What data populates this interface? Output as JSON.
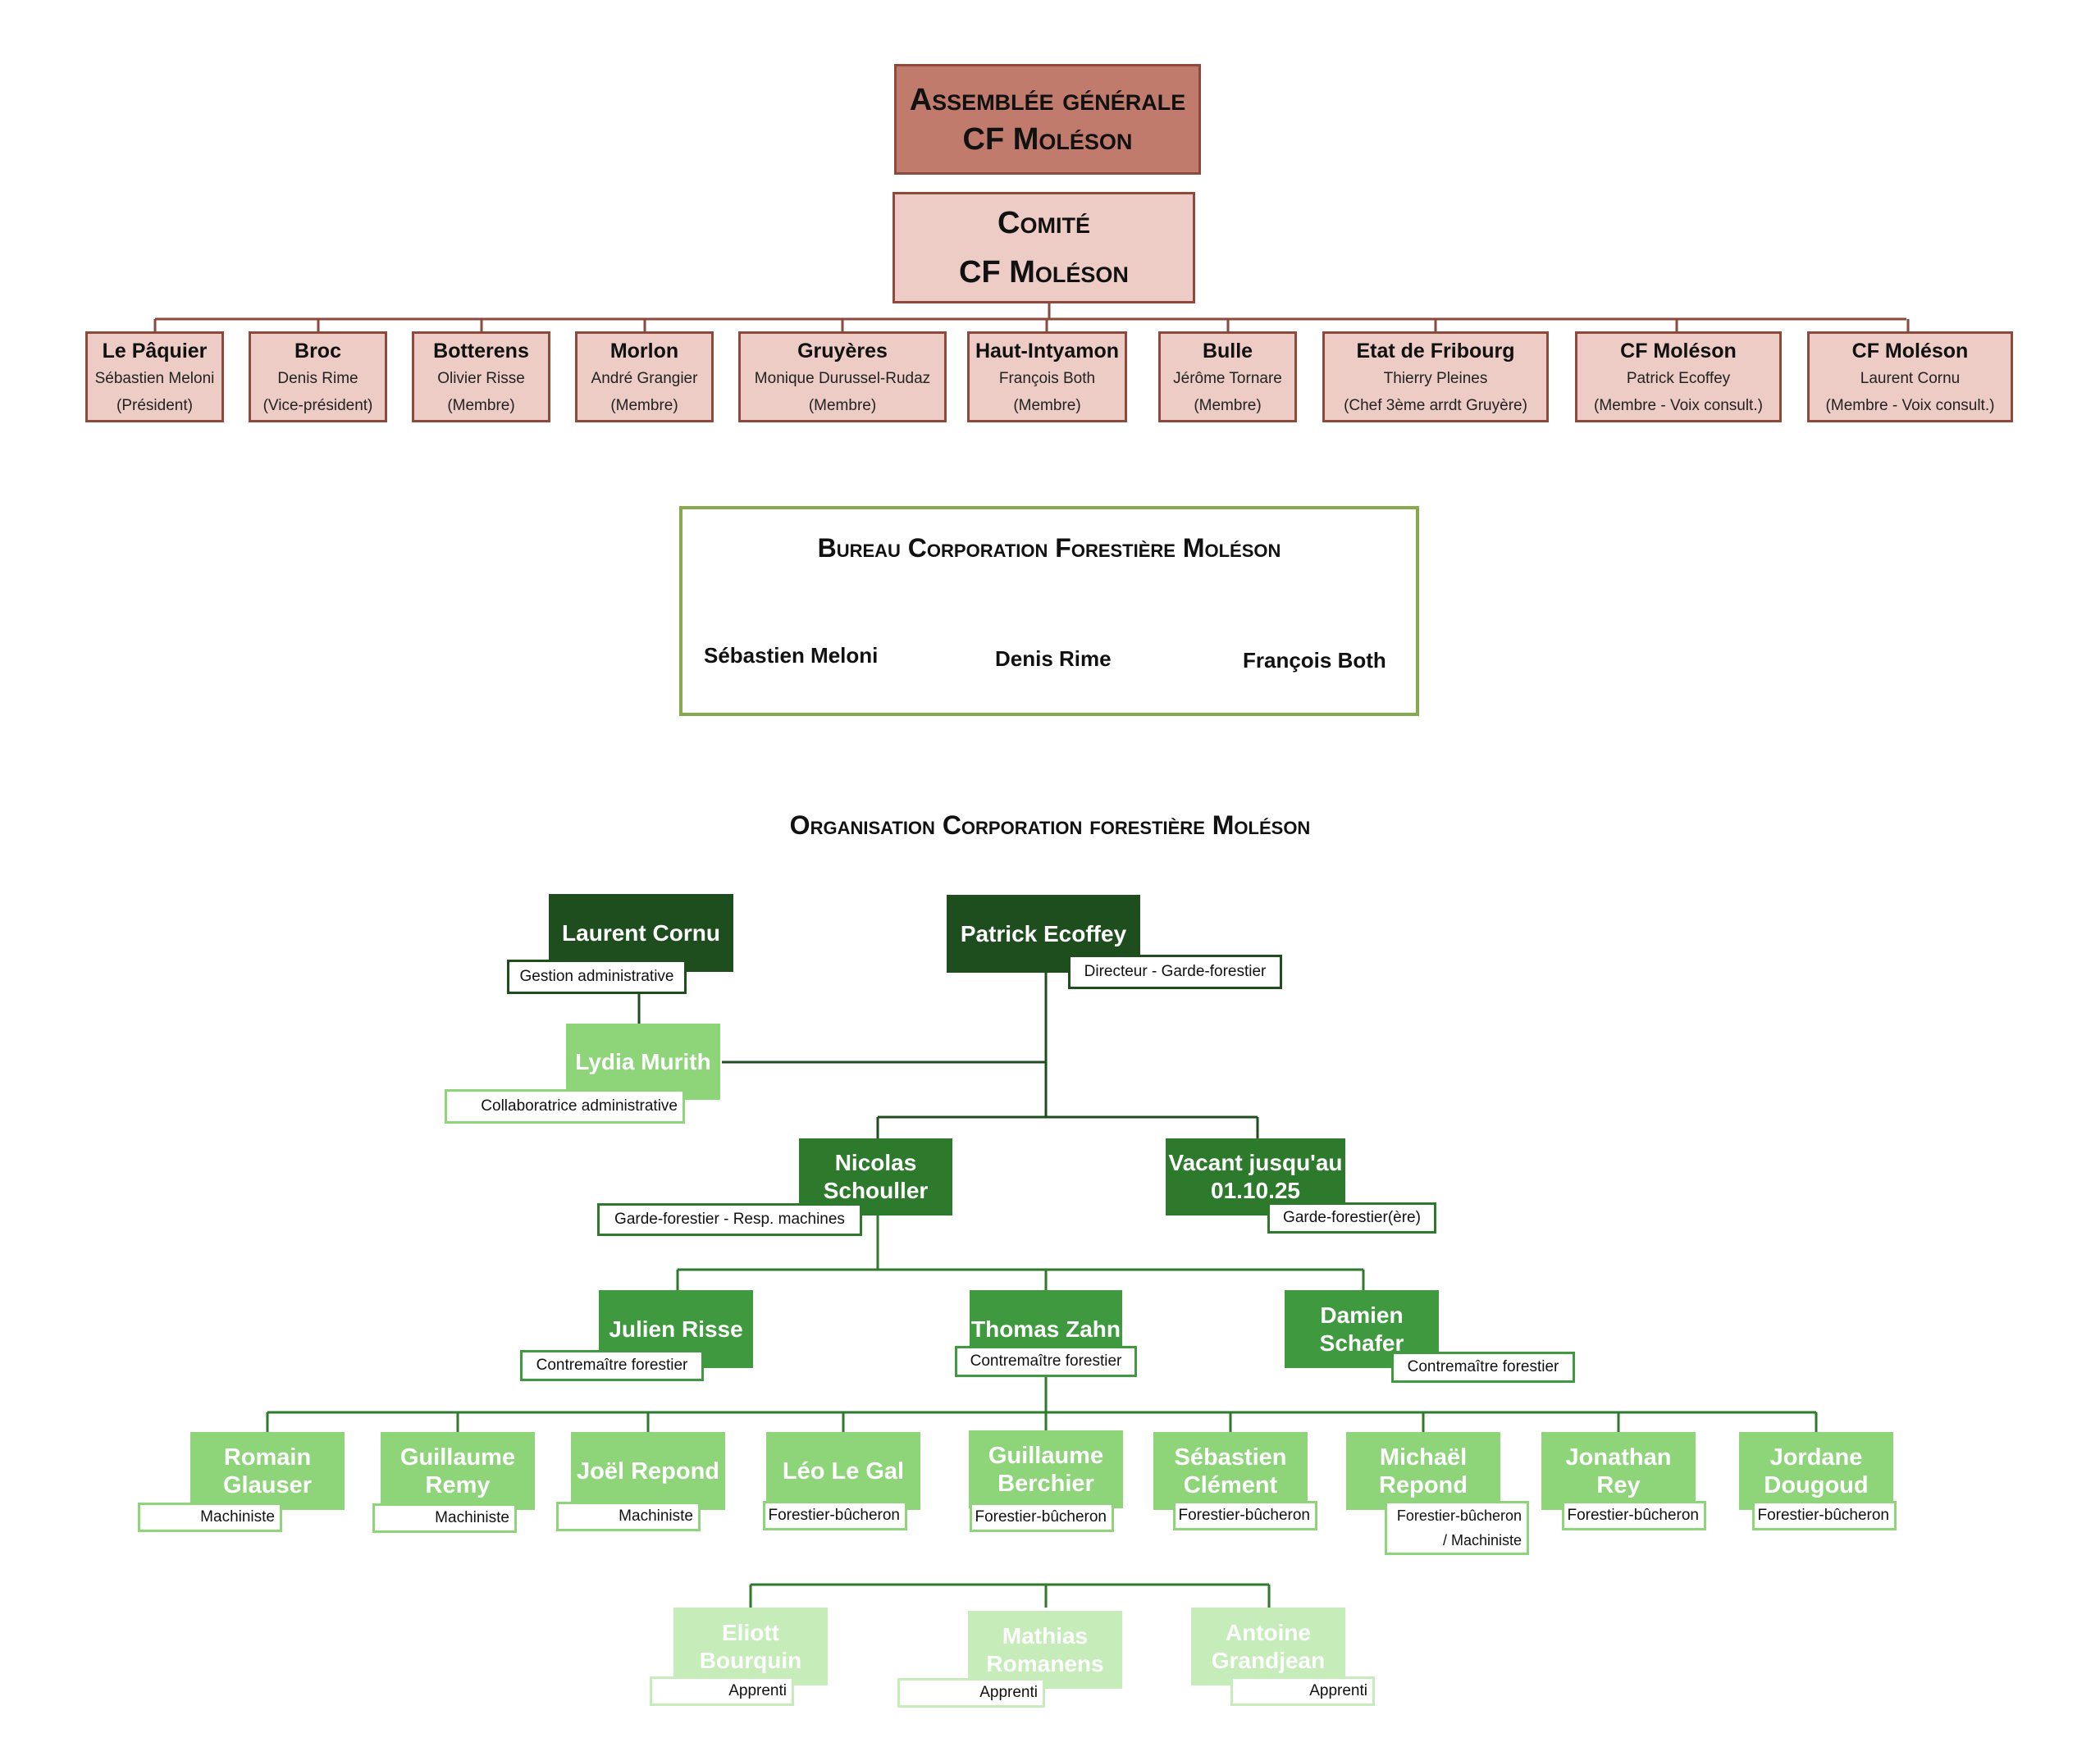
{
  "assemblee": {
    "line1": "Assemblée générale",
    "line2": "CF Moléson"
  },
  "comite": {
    "line1": "Comité",
    "line2": "CF Moléson"
  },
  "committee_members": [
    {
      "place": "Le Pâquier",
      "person": "Sébastien Meloni",
      "role": "(Président)"
    },
    {
      "place": "Broc",
      "person": "Denis Rime",
      "role": "(Vice-président)"
    },
    {
      "place": "Botterens",
      "person": "Olivier Risse",
      "role": "(Membre)"
    },
    {
      "place": "Morlon",
      "person": "André Grangier",
      "role": "(Membre)"
    },
    {
      "place": "Gruyères",
      "person": "Monique Durussel-Rudaz",
      "role": "(Membre)"
    },
    {
      "place": "Haut-Intyamon",
      "person": "François Both",
      "role": "(Membre)"
    },
    {
      "place": "Bulle",
      "person": "Jérôme Tornare",
      "role": "(Membre)"
    },
    {
      "place": "Etat de Fribourg",
      "person": "Thierry Pleines",
      "role": "(Chef 3ème arrdt Gruyère)"
    },
    {
      "place": "CF Moléson",
      "person": "Patrick Ecoffey",
      "role": "(Membre - Voix consult.)"
    },
    {
      "place": "CF Moléson",
      "person": "Laurent Cornu",
      "role": "(Membre - Voix consult.)"
    }
  ],
  "bureau": {
    "title": "Bureau Corporation Forestière Moléson",
    "members": [
      "Sébastien Meloni",
      "Denis Rime",
      "François Both"
    ]
  },
  "organisation": {
    "title": "Organisation Corporation forestière Moléson",
    "cornu": {
      "name": "Laurent Cornu",
      "role": "Gestion administrative"
    },
    "ecoffey": {
      "name": "Patrick Ecoffey",
      "role": "Directeur - Garde-forestier"
    },
    "murith": {
      "name": "Lydia Murith",
      "role": "Collaboratrice  administrative"
    },
    "schouller": {
      "name_1": "Nicolas",
      "name_2": "Schouller",
      "role": "Garde-forestier - Resp. machines"
    },
    "vacant": {
      "name_1": "Vacant jusqu'au",
      "name_2": "01.10.25",
      "role": "Garde-forestier(ère)"
    },
    "contremaitres": [
      {
        "name_1": "Julien Risse",
        "name_2": "",
        "role": "Contremaître forestier"
      },
      {
        "name_1": "Thomas Zahn",
        "name_2": "",
        "role": "Contremaître forestier"
      },
      {
        "name_1": "Damien",
        "name_2": "Schafer",
        "role": "Contremaître forestier"
      }
    ],
    "workers": [
      {
        "name_1": "Romain",
        "name_2": "Glauser",
        "role": "Machiniste"
      },
      {
        "name_1": "Guillaume",
        "name_2": "Remy",
        "role": "Machiniste"
      },
      {
        "name_1": "Joël Repond",
        "name_2": "",
        "role": "Machiniste"
      },
      {
        "name_1": "Léo Le Gal",
        "name_2": "",
        "role": "Forestier-bûcheron"
      },
      {
        "name_1": "Guillaume",
        "name_2": "Berchier",
        "role": "Forestier-bûcheron"
      },
      {
        "name_1": "Sébastien",
        "name_2": "Clément",
        "role": "Forestier-bûcheron"
      },
      {
        "name_1": "Michaël",
        "name_2": "Repond",
        "role": "Forestier-bûcheron",
        "role_2": "/ Machiniste"
      },
      {
        "name_1": "Jonathan Rey",
        "name_2": "",
        "role": "Forestier-bûcheron"
      },
      {
        "name_1": "Jordane",
        "name_2": "Dougoud",
        "role": "Forestier-bûcheron"
      }
    ],
    "apprentis": [
      {
        "name_1": "Eliott",
        "name_2": "Bourquin",
        "role": "Apprenti"
      },
      {
        "name_1": "Mathias",
        "name_2": "Romanens",
        "role": "Apprenti"
      },
      {
        "name_1": "Antoine",
        "name_2": "Grandjean",
        "role": "Apprenti"
      }
    ]
  },
  "colors": {
    "assemblee_fill": "#c07b6c",
    "comite_fill": "#ecccc5",
    "brown_border": "#8b4a3c",
    "bureau_border": "#86a94e",
    "green_dark": "#1e4d1e",
    "green_mid": "#2d7a2d",
    "green_3": "#3f9a3f",
    "green_light": "#8ed57a",
    "green_pale": "#c5ecb9"
  }
}
